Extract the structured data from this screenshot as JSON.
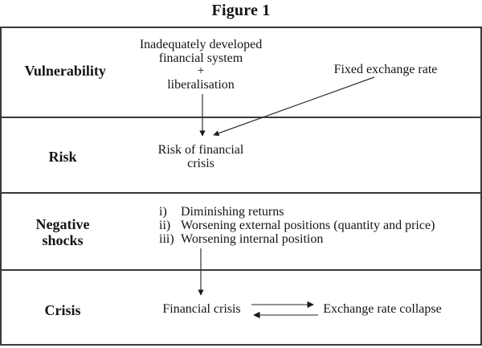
{
  "title": "Figure 1",
  "rows": [
    {
      "label": "Vulnerability",
      "cause": {
        "lines": [
          "Inadequately developed",
          "financial system",
          "+",
          "liberalisation"
        ]
      },
      "side_factor": "Fixed exchange rate"
    },
    {
      "label": "Risk",
      "outcome": {
        "lines": [
          "Risk of financial",
          "crisis"
        ]
      }
    },
    {
      "label": "Negative shocks",
      "shocks": [
        {
          "marker": "i)",
          "text": "Diminishing returns"
        },
        {
          "marker": "ii)",
          "text": "Worsening external positions (quantity and price)"
        },
        {
          "marker": "iii)",
          "text": "Worsening internal position"
        }
      ]
    },
    {
      "label": "Crisis",
      "left_node": "Financial crisis",
      "right_node": "Exchange rate collapse"
    }
  ],
  "icons": {
    "down_arrow_1": "arrow-down",
    "diagonal_arrow": "arrow-diagonal-down-left",
    "down_arrow_2": "arrow-down",
    "right_arrow": "arrow-right",
    "left_arrow": "arrow-left"
  },
  "colors": {
    "border": "#3a3a3a",
    "text": "#141414",
    "arrow_shaft": "#333333",
    "double_arrow_shaft": "#6e6e6e",
    "arrow_head": "#1a1a1a"
  }
}
